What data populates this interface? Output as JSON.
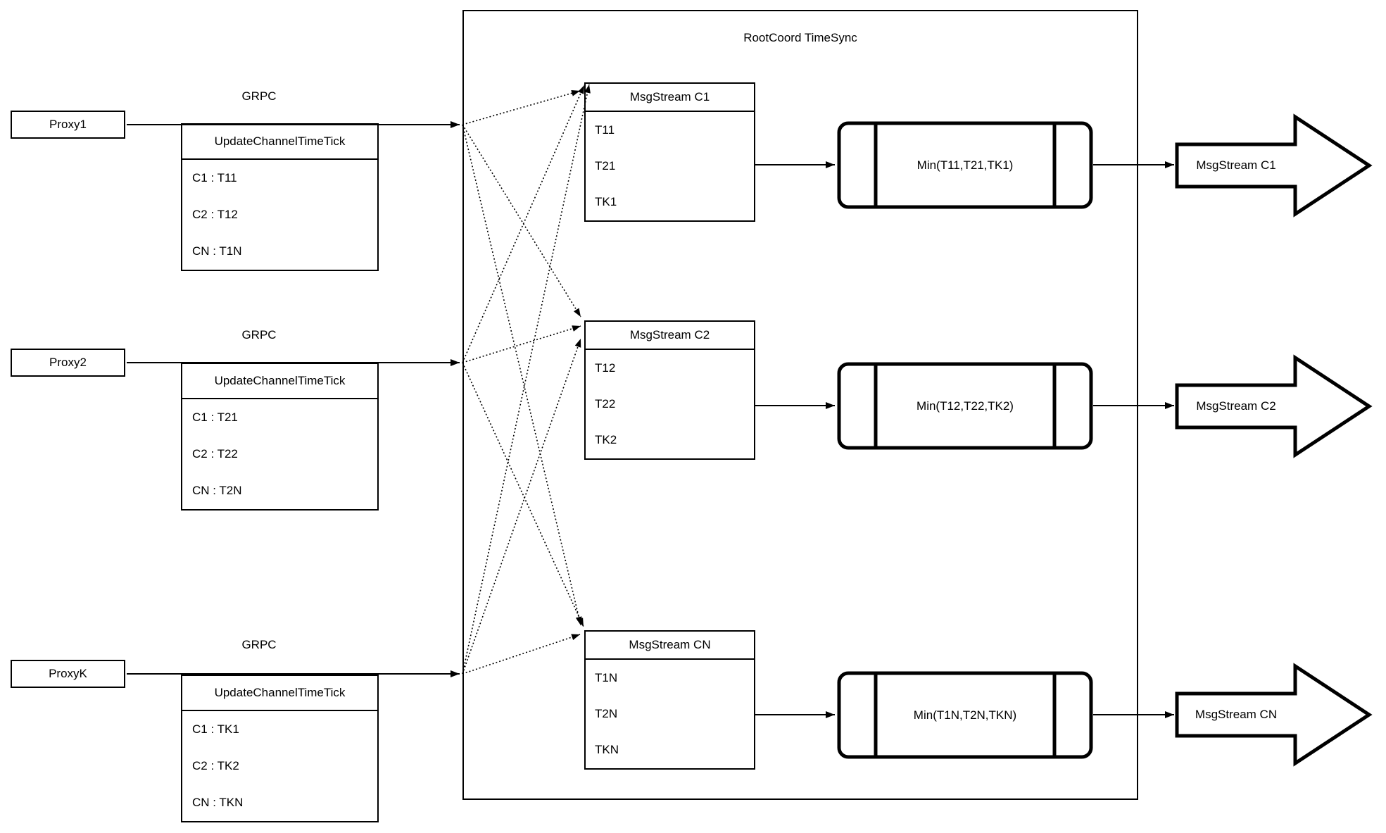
{
  "title": "RootCoord TimeSync",
  "proxies": [
    {
      "name": "Proxy1",
      "protocol": "GRPC",
      "rpc": {
        "header": "UpdateChannelTimeTick",
        "rows": [
          "C1 :  T11",
          "C2 :  T12",
          "CN : T1N"
        ]
      }
    },
    {
      "name": "Proxy2",
      "protocol": "GRPC",
      "rpc": {
        "header": "UpdateChannelTimeTick",
        "rows": [
          "C1 :  T21",
          "C2 :  T22",
          "CN : T2N"
        ]
      }
    },
    {
      "name": "ProxyK",
      "protocol": "GRPC",
      "rpc": {
        "header": "UpdateChannelTimeTick",
        "rows": [
          "C1 :  TK1",
          "C2 :  TK2",
          "CN : TKN"
        ]
      }
    }
  ],
  "streams": [
    {
      "buffer": {
        "header": "MsgStream C1",
        "rows": [
          "T11",
          "T21",
          "TK1"
        ]
      },
      "min": "Min(T11,T21,TK1)",
      "output": "MsgStream C1"
    },
    {
      "buffer": {
        "header": "MsgStream C2",
        "rows": [
          "T12",
          "T22",
          "TK2"
        ]
      },
      "min": "Min(T12,T22,TK2)",
      "output": "MsgStream C2"
    },
    {
      "buffer": {
        "header": "MsgStream CN",
        "rows": [
          "T1N",
          "T2N",
          "TKN"
        ]
      },
      "min": "Min(T1N,T2N,TKN)",
      "output": "MsgStream CN"
    }
  ],
  "colors": {
    "stroke": "#000000",
    "background": "#ffffff"
  }
}
